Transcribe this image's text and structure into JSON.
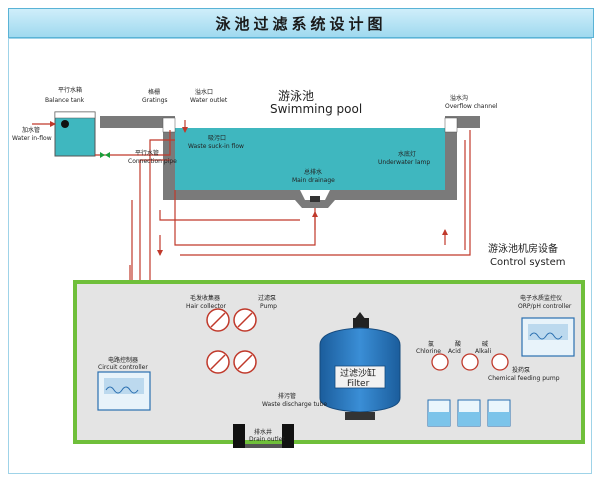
{
  "title": "泳池过滤系统设计图",
  "pool": {
    "cn": "游泳池",
    "en": "Swimming pool"
  },
  "balance_tank": {
    "cn": "平行水箱",
    "en": "Balance tank"
  },
  "water_inflow": {
    "cn": "加水管",
    "en": "Water in-flow"
  },
  "gratings": {
    "cn": "格栅",
    "en": "Gratings"
  },
  "water_outlet": {
    "cn": "溢水口",
    "en": "Water outlet"
  },
  "overflow_channel": {
    "cn": "溢水沟",
    "en": "Overflow channel"
  },
  "waste_suck_in": {
    "cn": "吸污口",
    "en": "Waste suck-in flow"
  },
  "connection_pipe": {
    "cn": "平行水管",
    "en": "Connection pipe"
  },
  "underwater_lamp": {
    "cn": "水底灯",
    "en": "Underwater lamp"
  },
  "main_drainage": {
    "cn": "总排水",
    "en": "Main drainage"
  },
  "control_system": {
    "cn": "游泳池机房设备",
    "en": "Control system"
  },
  "hair_collector": {
    "cn": "毛发收集器",
    "en": "Hair collector"
  },
  "pump": {
    "cn": "过滤泵",
    "en": "Pump"
  },
  "filter": {
    "cn": "过滤沙缸",
    "en": "Filter"
  },
  "orp_controller": {
    "cn": "电子水质监控仪",
    "en": "ORP/pH controller"
  },
  "chlorine": {
    "cn": "氯",
    "en": "Chlorine"
  },
  "acid": {
    "cn": "酸",
    "en": "Acid"
  },
  "alkali": {
    "cn": "碱",
    "en": "Alkali"
  },
  "chemical_pump": {
    "cn": "投药泵",
    "en": "Chemical feeding pump"
  },
  "circuit_controller": {
    "cn": "电路控制器",
    "en": "Circuit controller"
  },
  "waste_tube": {
    "cn": "排污管",
    "en": "Waste discharge tube"
  },
  "drain_outlet": {
    "cn": "排水井",
    "en": "Drain outlet"
  },
  "colors": {
    "water": "#3fb7bf",
    "wall": "#7a7a7a",
    "room_border": "#6fbf3a",
    "pipe": "#c0392b",
    "filter": "#1f6fb5"
  }
}
